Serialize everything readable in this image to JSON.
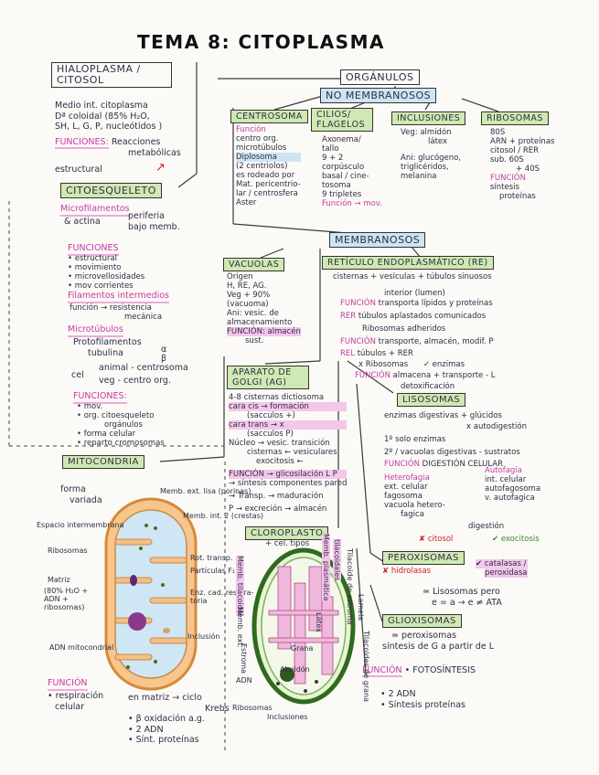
{
  "title": "TEMA 8: CITOPLASMA",
  "left": {
    "hialoplasma_box": "HIALOPLASMA / CITOSOL",
    "hialo_text": [
      "Medio int. citoplasma",
      "Dª coloidal (85% H₂O,",
      "SH, L, G, P, nucleótidos )"
    ],
    "funciones_label": "FUNCIONES:",
    "funciones_text": [
      "Reacciones",
      "metabólicas"
    ],
    "estructural": "estructural",
    "citoesqueleto_box": "CITOESQUELETO",
    "microfilamentos": "Microfilamentos",
    "actina": [
      "& actina",
      "periferia",
      "bajo memb."
    ],
    "funciones2_label": "FUNCIONES",
    "funciones2_items": [
      "• estructural",
      "• movimiento",
      "• microvellosidades",
      "• mov corrientes"
    ],
    "fil_intermedios": "Filamentos intermedios",
    "fil_funcion": [
      "función → resistencia",
      "mecánica"
    ],
    "microtubulos": "Microtúbulos",
    "protofilamentos": "Protofilamentos",
    "tubulina": [
      "tubulina",
      "α",
      "β"
    ],
    "cel": [
      "cel",
      "animal - centrosoma",
      "veg - centro org."
    ],
    "funciones3_label": "FUNCIONES:",
    "funciones3_items": [
      "• mov.",
      "• org. citoesqueleto",
      "orgánulos",
      "• forma celular",
      "• reparto cromosomas"
    ]
  },
  "organulos_box": "ORGÁNULOS",
  "no_membranosos_box": "NO MEMBRANOSOS",
  "centrosoma": {
    "box": "CENTROSOMA",
    "text": [
      "Función",
      "centro org.",
      "microtúbulos",
      "Diplosoma",
      "(2 centriolos)",
      "es rodeado por",
      "Mat. pericentrio-",
      "lar / centrosfera",
      "Aster"
    ]
  },
  "cilios": {
    "box": "CILIOS/ FLAGELOS",
    "text": [
      "Axonema/",
      "tallo",
      "9 + 2",
      "corpúsculo",
      "basal / cine-",
      "tosoma",
      "9 tripletes",
      "Función → mov."
    ]
  },
  "inclusiones": {
    "box": "INCLUSIONES",
    "text": [
      "Veg: almidón",
      "látex",
      "Ani: glucógeno,",
      "triglicéridos,",
      "melanina"
    ]
  },
  "ribosomas": {
    "box": "RIBOSOMAS",
    "text": [
      "80S",
      "ARN + proteínas",
      "citosol / RER",
      "sub. 60S",
      "+ 40S",
      "FUNCIÓN",
      "síntesis",
      "proteínas"
    ]
  },
  "membranosos_box": "MEMBRANOSOS",
  "vacuolas": {
    "box": "VACUOLAS",
    "text": [
      "Origen",
      "H, RE, AG.",
      "Veg + 90%",
      "(vacuoma)",
      "Ani: vesic. de",
      "almacenamiento",
      "FUNCIÓN: almacén",
      "sust."
    ]
  },
  "reticulo": {
    "box": "RETÍCULO ENDOPLASMÁTICO (RE)",
    "text1": "cisternas + vesículas + túbulos sinuosos",
    "text2": "interior (lumen)",
    "funcion1": [
      "FUNCIÓN",
      "transporta lípidos y proteínas"
    ],
    "rer": [
      "RER",
      "túbulos aplastados comunicados"
    ],
    "rer2": "Ribosomas adheridos",
    "funcion2": [
      "FUNCIÓN",
      "transporte, almacén, modif. P"
    ],
    "rel": [
      "REL",
      "túbulos + RER"
    ],
    "rel2": [
      "x Ribosomas",
      "✓ enzimas"
    ],
    "funcion3": [
      "FUNCIÓN",
      "almacena + transporte - L"
    ],
    "rel3": "detoxificación"
  },
  "golgi": {
    "box": "APARATO DE GOLGI (AG)",
    "text": [
      "4-8 cisternas dictiosoma",
      "cara cis → formación",
      "(sacculos +)",
      "cara trans → x",
      "(sacculos P)",
      "Núcleo → vesic. transición",
      "cisternas ← vesiculares",
      "exocitosis ←",
      "FUNCIÓN → glicosilación L P",
      "→ síntesis componentes pared",
      "→ Transp. → maduración",
      "P → excreción → almacén"
    ]
  },
  "lisosomas": {
    "box": "LISOSOMAS",
    "text1": "enzimas digestivas + glúcidos",
    "text2": "x autodigestión",
    "text3": "1º solo enzimas",
    "text4": "2º / vacuolas digestivas - sustratos",
    "funcion": [
      "FUNCIÓN",
      "DIGESTIÓN CELULAR"
    ],
    "heterofagia": [
      "Heterofagia",
      "ext. celular",
      "fagosoma",
      "vacuola hetero-",
      "fagica"
    ],
    "autofagia": [
      "Autofagia",
      "int. celular",
      "autofagosoma",
      "v. autofagica"
    ],
    "digestion": "digestión",
    "citosol": "✘ citosol",
    "exocitosis": "✔ exocitosis"
  },
  "mitocondria": {
    "box": "MITOCONDRIA",
    "forma": [
      "forma",
      "variada"
    ],
    "labels": [
      "Memb. ext. lisa (porinas)",
      "Memb. int. 2 (crestas)",
      "Espacio intermembrana",
      "Ribosomas",
      "Matriz",
      "(80% H₂O +",
      "ADN +",
      "ribosomas)",
      "ADN mitocondrial",
      "Partículas F₁",
      "Rot. transp.",
      "Enz. cad. respira-",
      "toria",
      "Inclusión"
    ],
    "funcion": "FUNCIÓN",
    "funcion_items": [
      "• respiración",
      "celular",
      "en matriz → ciclo",
      "Krebs",
      "• β oxidación a.g.",
      "• 2 ADN",
      "• Sínt. proteínas"
    ]
  },
  "cloroplasto": {
    "box": "CLOROPLASTO",
    "subtitle": "+ cel. tipos",
    "labels": [
      "Memb. tilacoidal",
      "Memb. ext.",
      "Estroma",
      "Grana",
      "ADN",
      "Ribosomas",
      "Inclusiones",
      "Almidón",
      "Látex",
      "Memb. plasmática",
      "tilacoidales",
      "Tilacoide de estroma",
      "Lamela",
      "Tilacoides de grana"
    ],
    "funcion": [
      "FUNCIÓN",
      "• FOTOSÍNTESIS"
    ],
    "extras": [
      "• 2 ADN",
      "• Síntesis proteínas"
    ]
  },
  "peroxisomas": {
    "box": "PEROXISOMAS",
    "left": "✘ hidrolasas",
    "right": [
      "✔ catalasas /",
      "peroxidasa"
    ],
    "text": [
      "≃ Lisosomas pero",
      "e = a → e ≠ ATA"
    ]
  },
  "glioxisomas": {
    "box": "GLIOXISOMAS",
    "text": [
      "≃ peroxisomas",
      "síntesis de G a partir de L"
    ]
  }
}
